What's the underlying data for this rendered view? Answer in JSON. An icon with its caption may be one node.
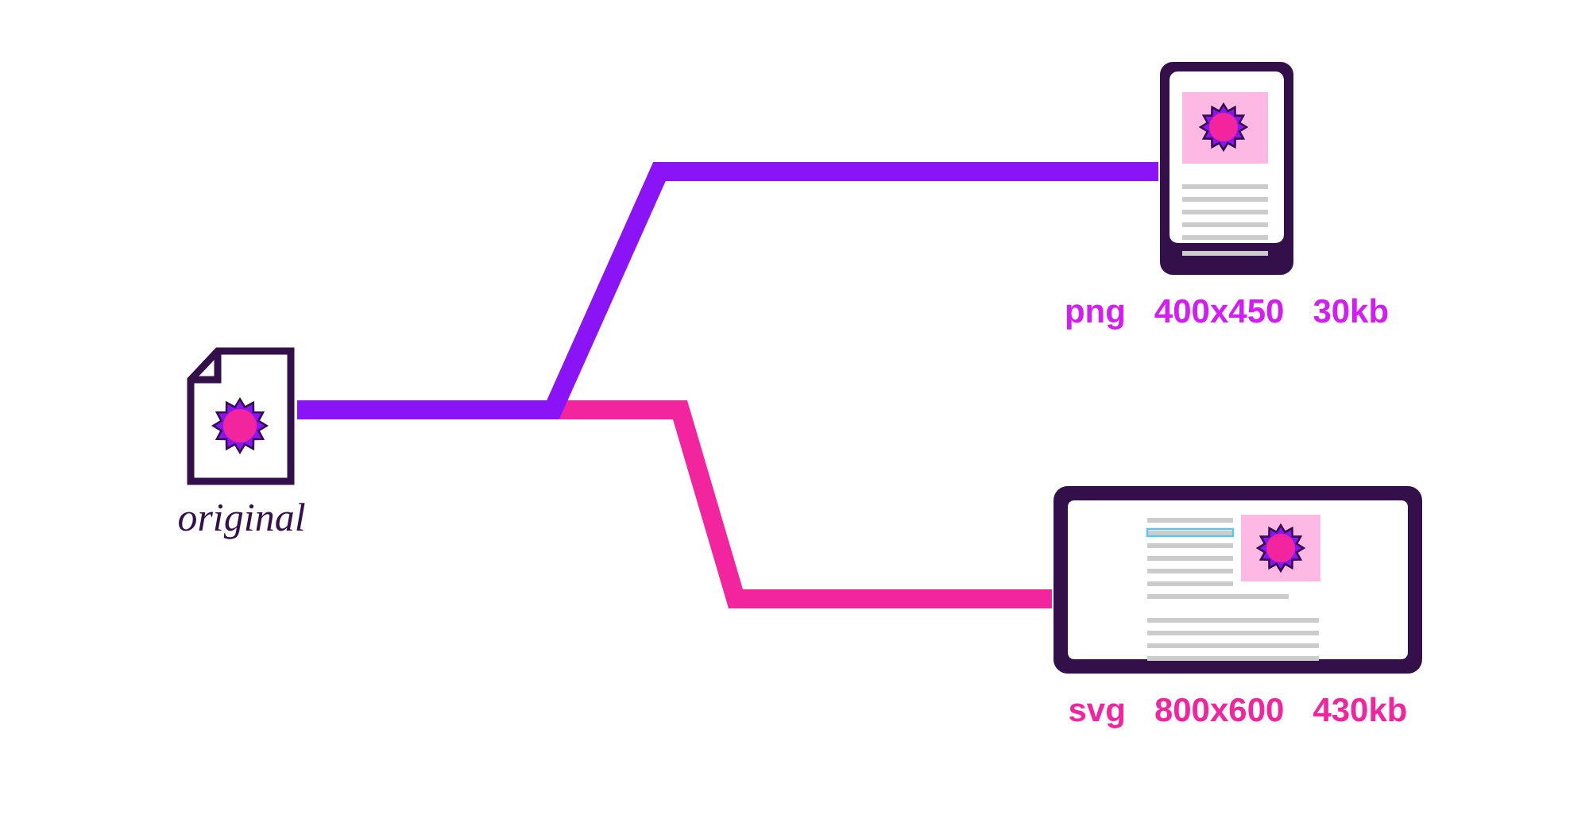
{
  "diagram": {
    "nodes": [
      {
        "text": [
          "original"
        ]
      },
      {
        "text": [],
        "shape": "picture",
        "beside": [
          "png",
          "400x450",
          "30kb"
        ]
      },
      {
        "text": [],
        "shape": "picture",
        "beside": [
          "svg",
          "800x600",
          "430kb"
        ]
      }
    ],
    "edges": [
      {
        "from": 0,
        "to": 1,
        "arrow": "none",
        "color": "#8b14f6"
      },
      {
        "from": 0,
        "to": 2,
        "arrow": "none",
        "color": "#f2249e"
      }
    ]
  }
}
